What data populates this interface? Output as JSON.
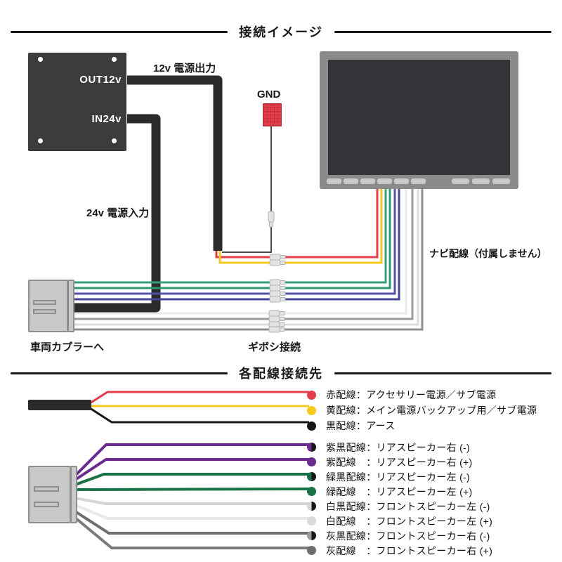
{
  "palette": {
    "red": "#e23d49",
    "yellow": "#f7c81e",
    "black_wire": "#2b2b2b",
    "gnd_wire": "#4a4a4a",
    "green": "#35a077",
    "green2": "#2b9a6e",
    "navy": "#5551a1",
    "navy2": "#474596",
    "white_wire": "#e9e9e9",
    "white_wire2": "#dcdcdc",
    "gray_wire": "#9b9b9b",
    "gray_wire2": "#8f8f8f",
    "purple": "#6b2b8f",
    "green_dark": "#1a7347",
    "white_dim": "#d6d6d6",
    "white_dot": "#dadada",
    "gray_dark": "#6e6e6e",
    "gray_mid": "#7b7b7b",
    "dot_black": "#161616",
    "gnd_red": "#e23b46",
    "device": "#3c3c3c",
    "monitor_frame": "#8b8b8b",
    "monitor_screen": "#323437",
    "coupler": "#c9c9c9",
    "connector": "#e3e3e3"
  },
  "section1": {
    "title": "接続イメージ",
    "labels": {
      "out12v": "OUT12v",
      "in24v": "IN24v",
      "power_out": "12v 電源出力",
      "power_in": "24v 電源入力",
      "gnd": "GND",
      "to_vehicle_coupler": "車両カプラーへ",
      "giboshi": "ギボシ接続",
      "navi_wiring": "ナビ配線（付属しません）"
    }
  },
  "section2": {
    "title": "各配線接続先",
    "legend_top": [
      {
        "dot": "solid",
        "color": "red",
        "label": "赤配線：アクセサリー電源／サブ電源"
      },
      {
        "dot": "solid",
        "color": "yellow",
        "label": "黄配線：メイン電源バックアップ用／サブ電源"
      },
      {
        "dot": "solid",
        "color": "dot_black",
        "label": "黒配線：アース"
      }
    ],
    "legend_speakers": [
      {
        "dot": "half",
        "color": "purple",
        "label": "紫黒配線：リアスピーカー右 (-)"
      },
      {
        "dot": "solid",
        "color": "purple",
        "label": "紫配線　：リアスピーカー右 (+)"
      },
      {
        "dot": "half",
        "color": "green_dark",
        "label": "緑黒配線：リアスピーカー左 (-)"
      },
      {
        "dot": "solid",
        "color": "green_dark",
        "label": "緑配線　：リアスピーカー左 (+)"
      },
      {
        "dot": "half",
        "color": "white_dim",
        "label": "白黒配線：フロントスピーカー左 (-)"
      },
      {
        "dot": "solid",
        "color": "white_dot",
        "label": "白配線　：フロントスピーカー左 (+)"
      },
      {
        "dot": "half",
        "color": "gray_wire",
        "label": "灰黒配線：フロントスピーカー右 (-)"
      },
      {
        "dot": "solid",
        "color": "gray_dark",
        "label": "灰配線　：フロントスピーカー右 (+)"
      }
    ]
  }
}
